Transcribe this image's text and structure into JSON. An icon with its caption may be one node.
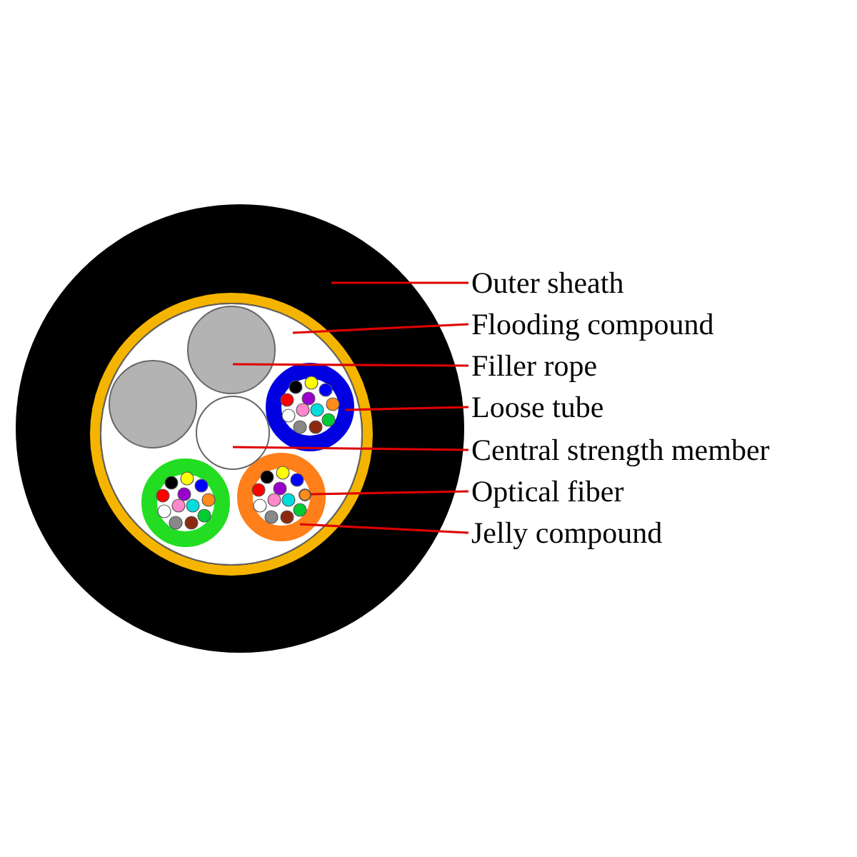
{
  "diagram": {
    "nodes": [
      {
        "text": [
          "Outer sheath"
        ]
      },
      {
        "text": [
          "Flooding compound"
        ]
      },
      {
        "text": [
          "Filler rope"
        ]
      },
      {
        "text": [
          "Loose tube"
        ]
      },
      {
        "text": [
          "Central strength member"
        ]
      },
      {
        "text": [
          "Optical fiber"
        ]
      },
      {
        "text": [
          "Jelly compound"
        ]
      },
      {
        "text": [],
        "shape": "circle"
      },
      {
        "text": [],
        "shape": "circle",
        "in": 7
      },
      {
        "text": [],
        "shape": "circle",
        "in": 8
      },
      {
        "text": [],
        "shape": "circle",
        "in": 8
      },
      {
        "text": [],
        "shape": "circle",
        "in": 8
      },
      {
        "text": [],
        "shape": "circle",
        "in": 13
      },
      {
        "text": [],
        "shape": "circle",
        "in": 8
      },
      {
        "text": [],
        "shape": "circle",
        "in": 8
      },
      {
        "text": [],
        "shape": "circle",
        "in": 8
      }
    ],
    "edges": [
      {
        "from": 0,
        "to": 7,
        "arrow": "none"
      },
      {
        "from": 1,
        "to": 8,
        "arrow": "none"
      },
      {
        "from": 2,
        "to": 9,
        "arrow": "none"
      },
      {
        "from": 3,
        "to": 10,
        "arrow": "none"
      },
      {
        "from": 4,
        "to": 11,
        "arrow": "none"
      },
      {
        "from": 5,
        "to": 12,
        "arrow": "none"
      },
      {
        "from": 6,
        "to": 13,
        "arrow": "none"
      }
    ]
  }
}
